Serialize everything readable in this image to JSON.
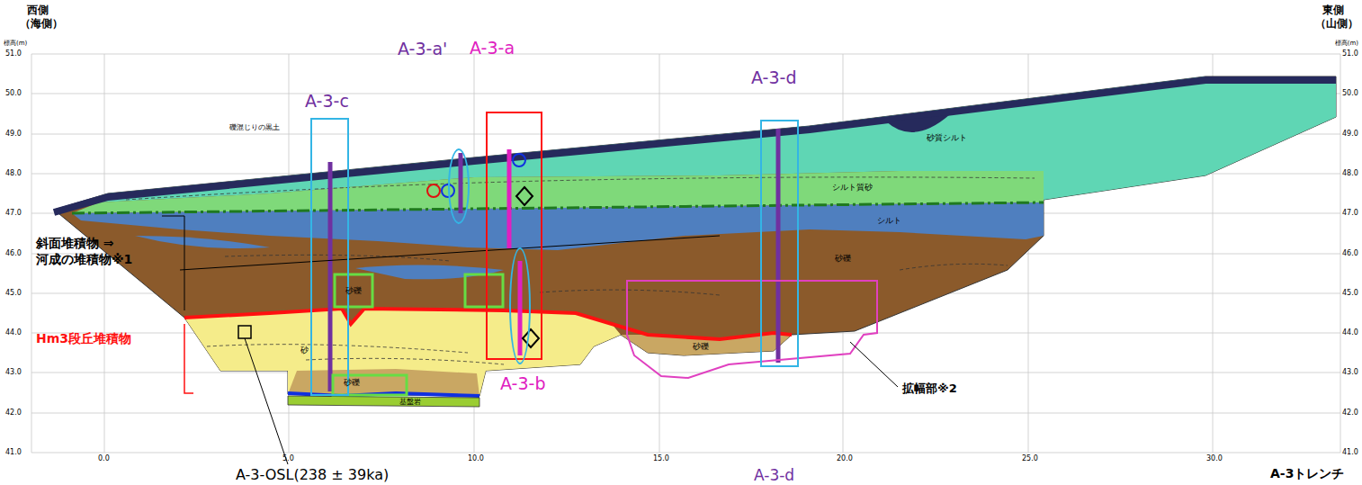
{
  "diagram": {
    "nodes": [
      {
        "text": [
          "A-3-c"
        ]
      },
      {
        "text": [
          "A-3-a'"
        ]
      },
      {
        "text": [
          "A-3-a"
        ]
      },
      {
        "text": [
          "A-3-b"
        ]
      },
      {
        "text": [
          "A-3-d"
        ]
      }
    ],
    "labels": [
      "西側 （海側）",
      "東側 （山側）",
      "標高(m)",
      "標高(m)",
      "51.0",
      "50.0",
      "49.0",
      "48.0",
      "47.0",
      "46.0",
      "45.0",
      "44.0",
      "43.0",
      "42.0",
      "41.0",
      "51.0",
      "50.0",
      "49.0",
      "48.0",
      "47.0",
      "46.0",
      "45.0",
      "44.0",
      "43.0",
      "42.0",
      "41.0",
      "0.0",
      "5.0",
      "10.0",
      "15.0",
      "20.0",
      "25.0",
      "30.0",
      "礫混じりの黒土",
      "砂質シルト",
      "シルト質砂",
      "シルト",
      "砂礫",
      "砂礫",
      "砂",
      "砂礫",
      "砂礫",
      "基盤岩",
      "斜面堆積物 ⇒河成の堆積物※1",
      "Hm3段丘堆積物",
      "拡幅部※2",
      "A-3-OSL(238 ± 39ka)",
      "A-3-d",
      "A-3トレンチ"
    ]
  }
}
